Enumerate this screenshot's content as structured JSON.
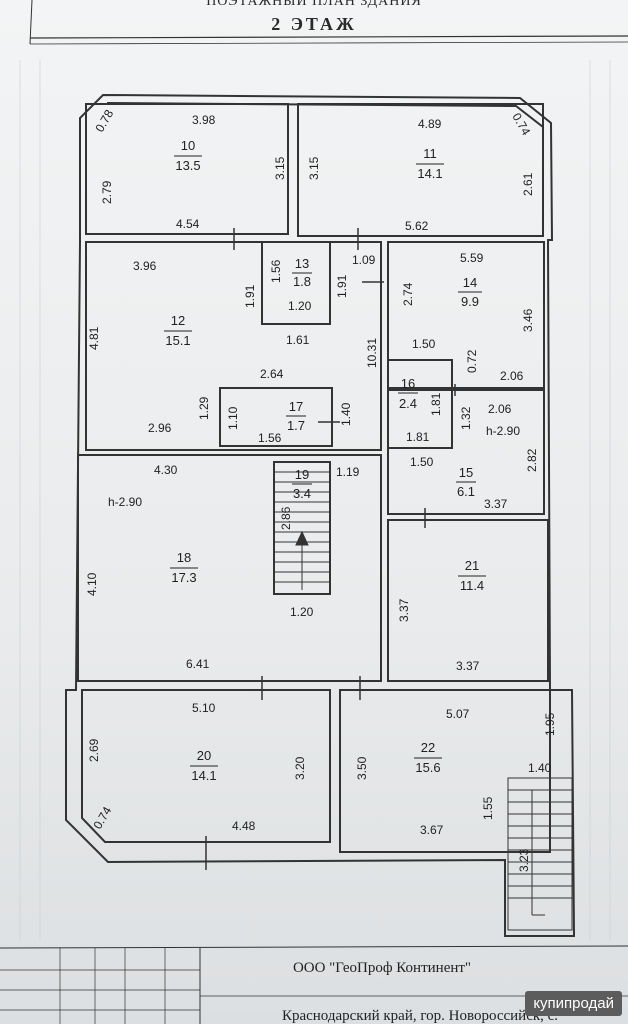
{
  "header": {
    "title": "ПОЭТАЖНЫЙ ПЛАН ЗДАНИЯ",
    "floor": "2 ЭТАЖ"
  },
  "rooms": [
    {
      "id": "room-10",
      "number": "10",
      "area": "13.5"
    },
    {
      "id": "room-11",
      "number": "11",
      "area": "14.1"
    },
    {
      "id": "room-12",
      "number": "12",
      "area": "15.1"
    },
    {
      "id": "room-13",
      "number": "13",
      "area": "1.8"
    },
    {
      "id": "room-14",
      "number": "14",
      "area": "9.9"
    },
    {
      "id": "room-15",
      "number": "15",
      "area": "6.1"
    },
    {
      "id": "room-16",
      "number": "16",
      "area": "2.4"
    },
    {
      "id": "room-17",
      "number": "17",
      "area": "1.7"
    },
    {
      "id": "room-18",
      "number": "18",
      "area": "17.3"
    },
    {
      "id": "room-19",
      "number": "19",
      "area": "3.4"
    },
    {
      "id": "room-20",
      "number": "20",
      "area": "14.1"
    },
    {
      "id": "room-21",
      "number": "21",
      "area": "11.4"
    },
    {
      "id": "room-22",
      "number": "22",
      "area": "15.6"
    }
  ],
  "dimensions": {
    "d_078": "0.78",
    "d_398": "3.98",
    "d_489": "4.89",
    "d_074a": "0.74",
    "d_279": "2.79",
    "d_315a": "3.15",
    "d_315b": "3.15",
    "d_261": "2.61",
    "d_454": "4.54",
    "d_562": "5.62",
    "d_396": "3.96",
    "d_156a": "1.56",
    "d_191a": "1.91",
    "d_109": "1.09",
    "d_191b": "1.91",
    "d_274": "2.74",
    "d_559": "5.59",
    "d_120a": "1.20",
    "d_481": "4.81",
    "d_161": "1.61",
    "d_1031": "10.31",
    "d_150a": "1.50",
    "d_346": "3.46",
    "d_264": "2.64",
    "d_072": "0.72",
    "d_206a": "2.06",
    "d_181a": "1.81",
    "d_206b": "2.06",
    "d_129": "1.29",
    "d_110": "1.10",
    "d_140": "1.40",
    "d_296": "2.96",
    "d_156b": "1.56",
    "d_132": "1.32",
    "d_h290a": "h-2.90",
    "d_181b": "1.81",
    "d_430": "4.30",
    "d_119": "1.19",
    "d_150b": "1.50",
    "d_282": "2.82",
    "d_h290b": "h-2.90",
    "d_286": "2.86",
    "d_337a": "3.37",
    "d_410": "4.10",
    "d_120b": "1.20",
    "d_337b": "3.37",
    "d_337c": "3.37",
    "d_641": "6.41",
    "d_510": "5.10",
    "d_507": "5.07",
    "d_195": "1.95",
    "d_269": "2.69",
    "d_320": "3.20",
    "d_350": "3.50",
    "d_140b": "1.40",
    "d_155": "1.55",
    "d_074b": "0.74",
    "d_448": "4.48",
    "d_367": "3.67",
    "d_323": "3.23"
  },
  "stamp": {
    "company": "ООО \"ГеоПроф Континент\"",
    "address": "Краснодарский край, гор. Новороссийск, с."
  },
  "watermark": "купипродай"
}
